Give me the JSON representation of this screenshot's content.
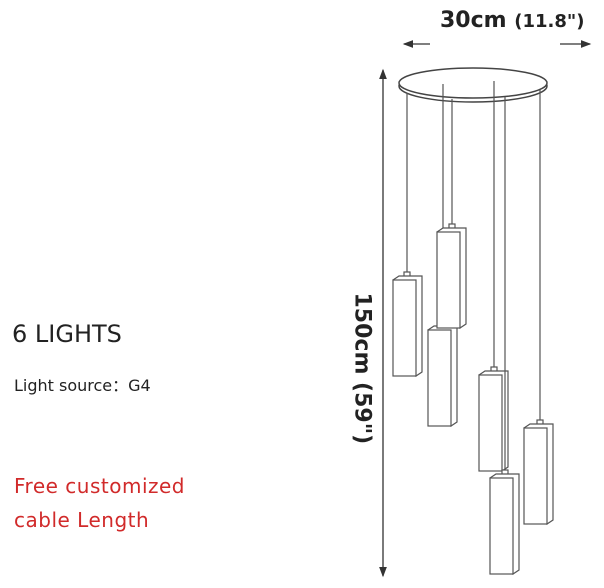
{
  "title": "6 LIGHTS",
  "light_source_label": "Light source：",
  "light_source_value": "G4",
  "note_line1": "Free customized",
  "note_line2": "cable Length",
  "width_dimension": {
    "metric": "30cm",
    "imperial": "(11.8\")"
  },
  "height_dimension": "150cm (59\")",
  "pendant_count": 6,
  "colors": {
    "line": "#444444",
    "note": "#d12a2a"
  }
}
